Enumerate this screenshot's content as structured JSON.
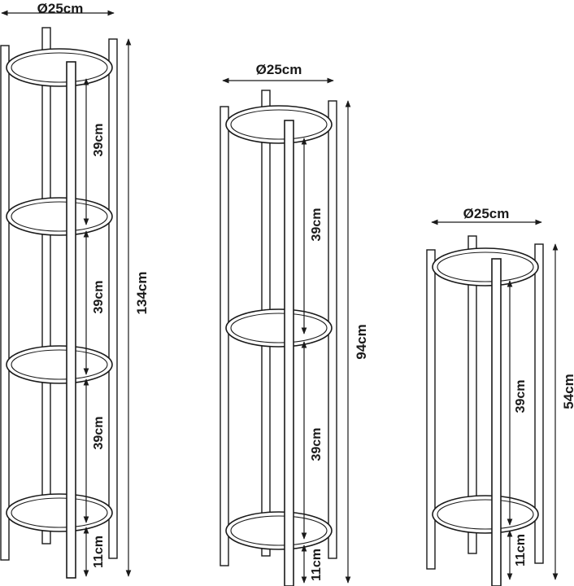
{
  "stands": [
    {
      "diameter_label": "Ø25cm",
      "total_height_label": "134cm",
      "shelf_spacing_labels": [
        "39cm",
        "39cm",
        "39cm"
      ],
      "foot_height_label": "11cm"
    },
    {
      "diameter_label": "Ø25cm",
      "total_height_label": "94cm",
      "shelf_spacing_labels": [
        "39cm",
        "39cm"
      ],
      "foot_height_label": "11cm"
    },
    {
      "diameter_label": "Ø25cm",
      "total_height_label": "54cm",
      "shelf_spacing_labels": [
        "39cm"
      ],
      "foot_height_label": "11cm"
    }
  ],
  "colors": {
    "line": "#1a1a1a",
    "background": "#ffffff"
  }
}
